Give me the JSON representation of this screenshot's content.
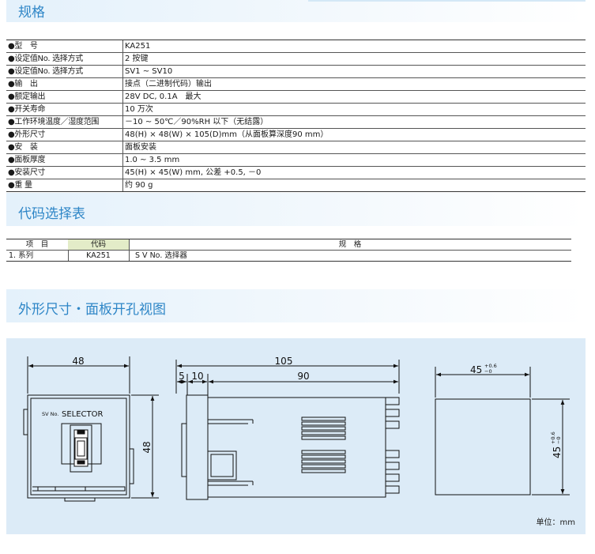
{
  "sections": {
    "spec_title": "规格",
    "code_title": "代码选择表",
    "drawing_title": "外形尺寸・面板开孔视图"
  },
  "spec_rows": [
    {
      "key": "●型　号",
      "value": "KA251"
    },
    {
      "key": "●设定值No. 选择方式",
      "value": "2 按键"
    },
    {
      "key": "●设定值No. 选择方式",
      "value": "SV1 ~ SV10"
    },
    {
      "key": "●输　出",
      "value": "接点（二进制代码）输出"
    },
    {
      "key": "●额定输出",
      "value": "28V DC, 0.1A　最大"
    },
    {
      "key": "●开关寿命",
      "value": "10 万次"
    },
    {
      "key": "●工作环境温度／湿度范围",
      "value": "－10 ~ 50℃／90%RH 以下（无结露）"
    },
    {
      "key": "●外形尺寸",
      "value": "48(H) × 48(W) × 105(D)mm（从面板算深度90 mm）"
    },
    {
      "key": "●安　装",
      "value": "面板安装"
    },
    {
      "key": "●面板厚度",
      "value": "1.0 ~ 3.5 mm"
    },
    {
      "key": "●安装尺寸",
      "value": "45(H) × 45(W) mm, 公差 +0.5, －0"
    },
    {
      "key": "●重 量",
      "value": "约 90 g"
    }
  ],
  "code_table": {
    "headers": [
      "项　目",
      "代码",
      "规　格"
    ],
    "rows": [
      [
        "1. 系列",
        "KA251",
        "S V No. 选择器"
      ]
    ]
  },
  "drawing": {
    "front_width": "48",
    "front_height": "48",
    "device_label_small": "SV No.",
    "device_label": "SELECTOR",
    "side_total": "105",
    "side_d1": "5",
    "side_d2": "10",
    "side_depth": "90",
    "cutout_w": "45",
    "cutout_h": "45",
    "tol_plus": "+0.6",
    "tol_minus": "−0",
    "unit": "单位：mm"
  },
  "colors": {
    "accent": "#2e86c7",
    "band": "#e4f1fb",
    "drawing_bg": "#dcebf7",
    "code_header": "#e3ecc8"
  }
}
